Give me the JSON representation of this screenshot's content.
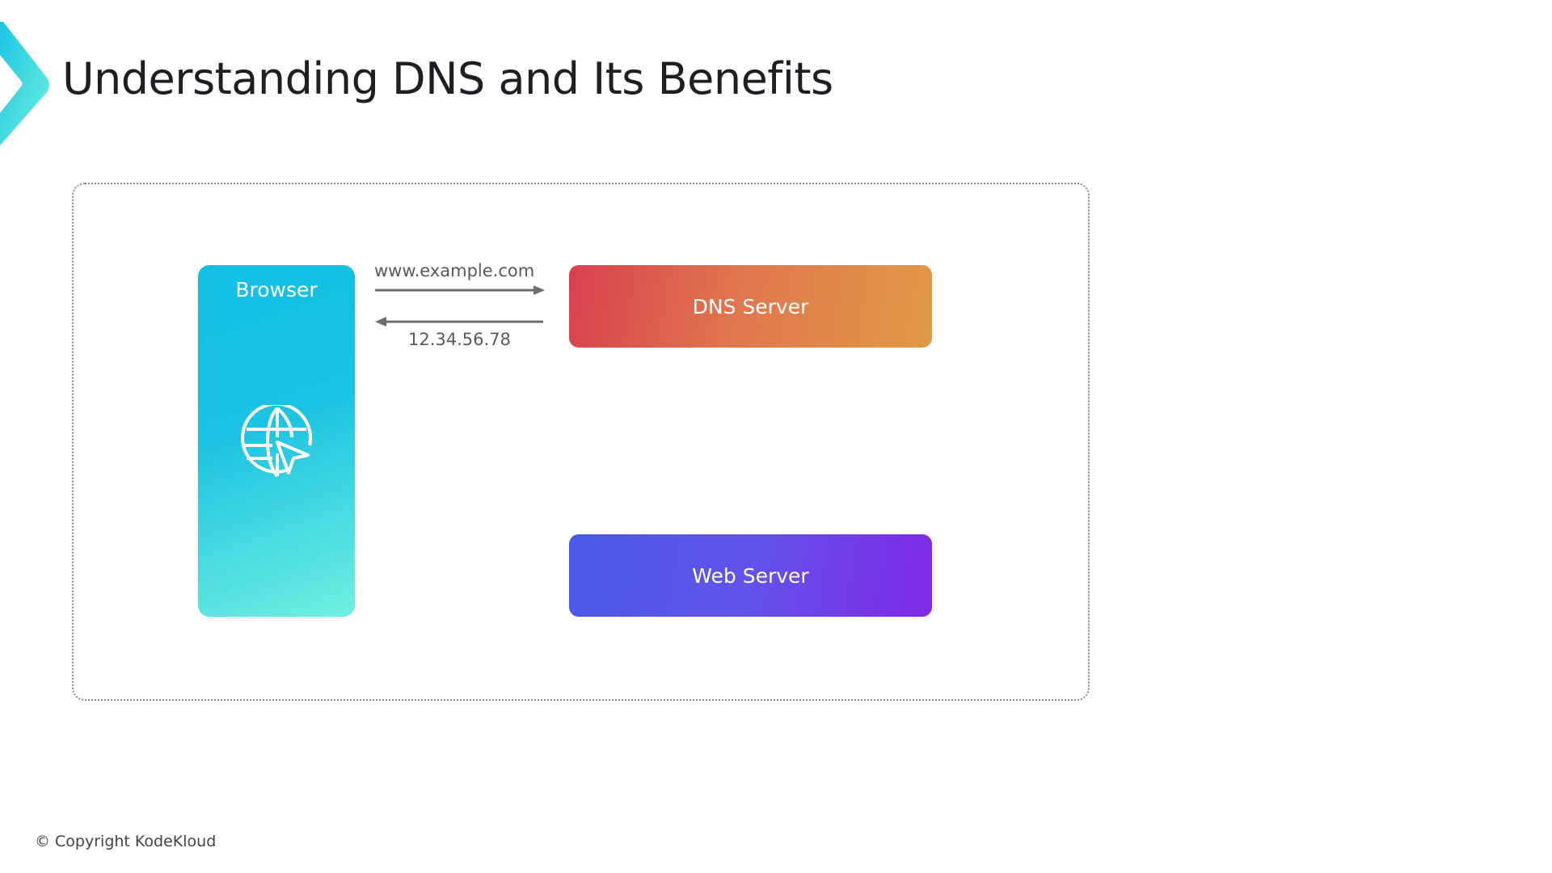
{
  "slide": {
    "title": "Understanding DNS and Its Benefits",
    "footer": "© Copyright KodeKloud"
  },
  "diagram": {
    "browser_label": "Browser",
    "dns_server_label": "DNS Server",
    "web_server_label": "Web Server",
    "request_label": "www.example.com",
    "response_label": "12.34.56.78"
  },
  "colors": {
    "browser": "#12bfe3",
    "dns_start": "#d8404f",
    "dns_end": "#e09a45",
    "web_start": "#4a5ae8",
    "web_end": "#8029e6"
  }
}
